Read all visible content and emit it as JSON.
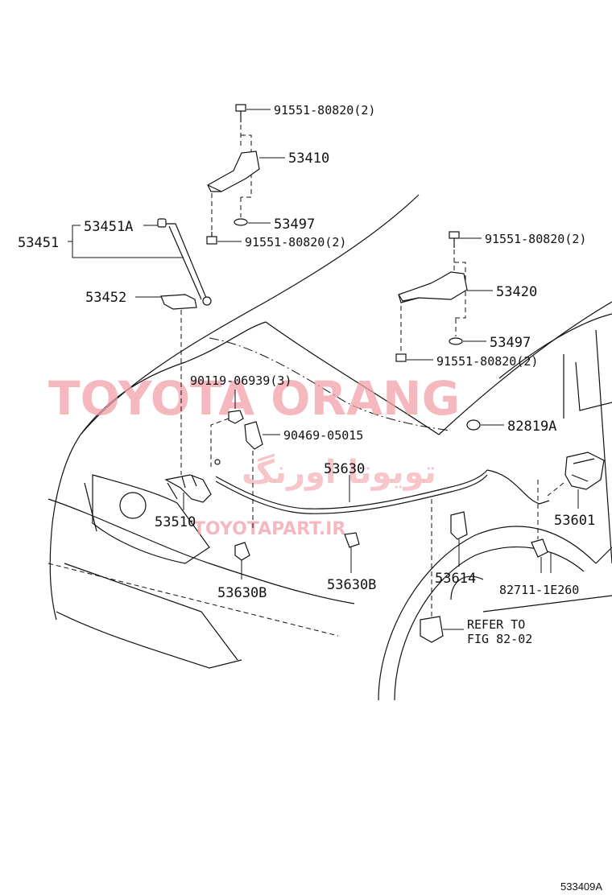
{
  "diagram": {
    "watermarks": {
      "brand": "TOYOTA ORANG",
      "brand_fa": "تویوتا اورنگ",
      "site": "TOYOTAPART.IR"
    },
    "labels": {
      "bolt_top_1": "91551-80820(2)",
      "hinge_left": "53410",
      "washer_left": "53497",
      "bolt_left_lower": "91551-80820(2)",
      "support_rod_group": "53451",
      "support_rod_end": "53451A",
      "rod_holder": "53452",
      "bolt_right_upper": "91551-80820(2)",
      "hinge_right": "53420",
      "washer_right": "53497",
      "bolt_right_lower": "91551-80820(2)",
      "screw": "90119-06939(3)",
      "clip": "90469-05015",
      "grommet": "82819A",
      "cable": "53630",
      "lock": "53510",
      "clamp_left": "53630B",
      "clamp_mid": "53630B",
      "lever": "53601",
      "bracket": "53614",
      "clip_right": "82711-1E260",
      "refer_line1": "REFER TO",
      "refer_line2": "FIG 82-02",
      "figure_id": "533409A"
    }
  }
}
